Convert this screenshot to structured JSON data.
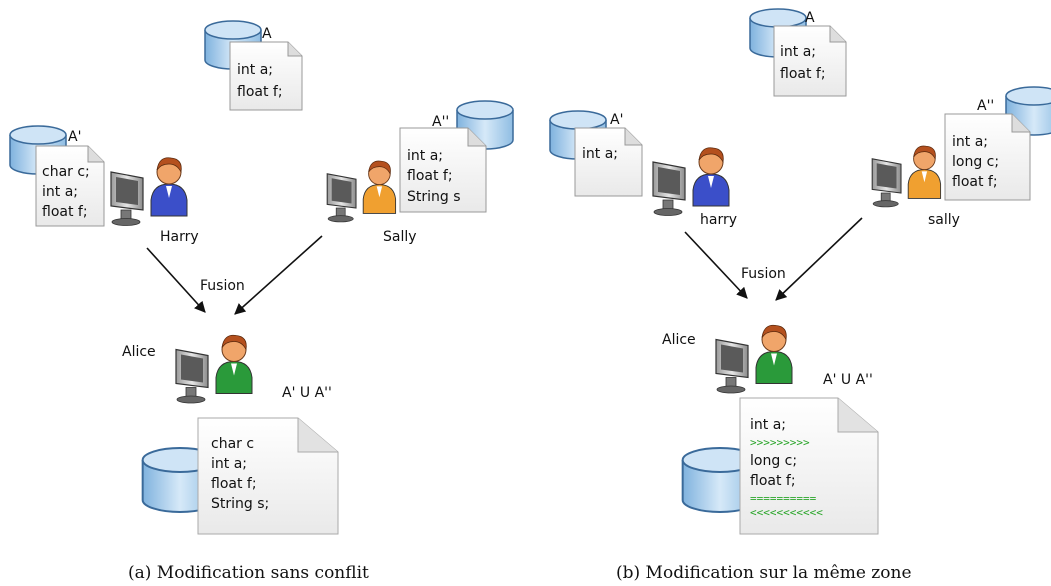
{
  "colors": {
    "green": "#1a8a1a",
    "blue": "#2020c8",
    "marker_green": "#2aa52a"
  },
  "left": {
    "server_label": "A",
    "server_lines": [
      "int a;",
      "float f;"
    ],
    "harry_repo": "A'",
    "harry_lines": [
      {
        "text": "char c;",
        "color": "green"
      },
      {
        "text": "int a;",
        "color": "black"
      },
      {
        "text": "float f;",
        "color": "black"
      }
    ],
    "sally_repo": "A''",
    "sally_lines": [
      {
        "text": "int a;",
        "color": "black"
      },
      {
        "text": "float f;",
        "color": "black"
      },
      {
        "text": "String s",
        "color": "blue"
      }
    ],
    "harry": "Harry",
    "sally": "Sally",
    "merge": "Fusion",
    "alice": "Alice",
    "union": "A' U A''",
    "result_lines": [
      "char c",
      "int a;",
      "float f;",
      "String s;"
    ],
    "caption": "(a) Modification sans conflit"
  },
  "right": {
    "server_label": "A",
    "server_lines": [
      "int a;",
      "float f;"
    ],
    "harry_repo": "A'",
    "harry_lines": [
      {
        "text": "int a;",
        "color": "black"
      }
    ],
    "sally_repo": "A''",
    "sally_lines": [
      {
        "text": "int a;",
        "color": "black"
      },
      {
        "text": "long c;",
        "color": "blue"
      },
      {
        "text": "float f;",
        "color": "black"
      }
    ],
    "harry": "harry",
    "sally": "sally",
    "merge": "Fusion",
    "alice": "Alice",
    "union": "A' U A''",
    "result_lines": [
      {
        "text": "int a;",
        "kind": "code"
      },
      {
        "text": ">>>>>>>>>",
        "kind": "marker"
      },
      {
        "text": "long c;",
        "kind": "code"
      },
      {
        "text": "float f;",
        "kind": "code"
      },
      {
        "text": "==========",
        "kind": "marker"
      },
      {
        "text": "<<<<<<<<<<<",
        "kind": "marker"
      }
    ],
    "caption": "(b) Modification sur la même zone"
  }
}
